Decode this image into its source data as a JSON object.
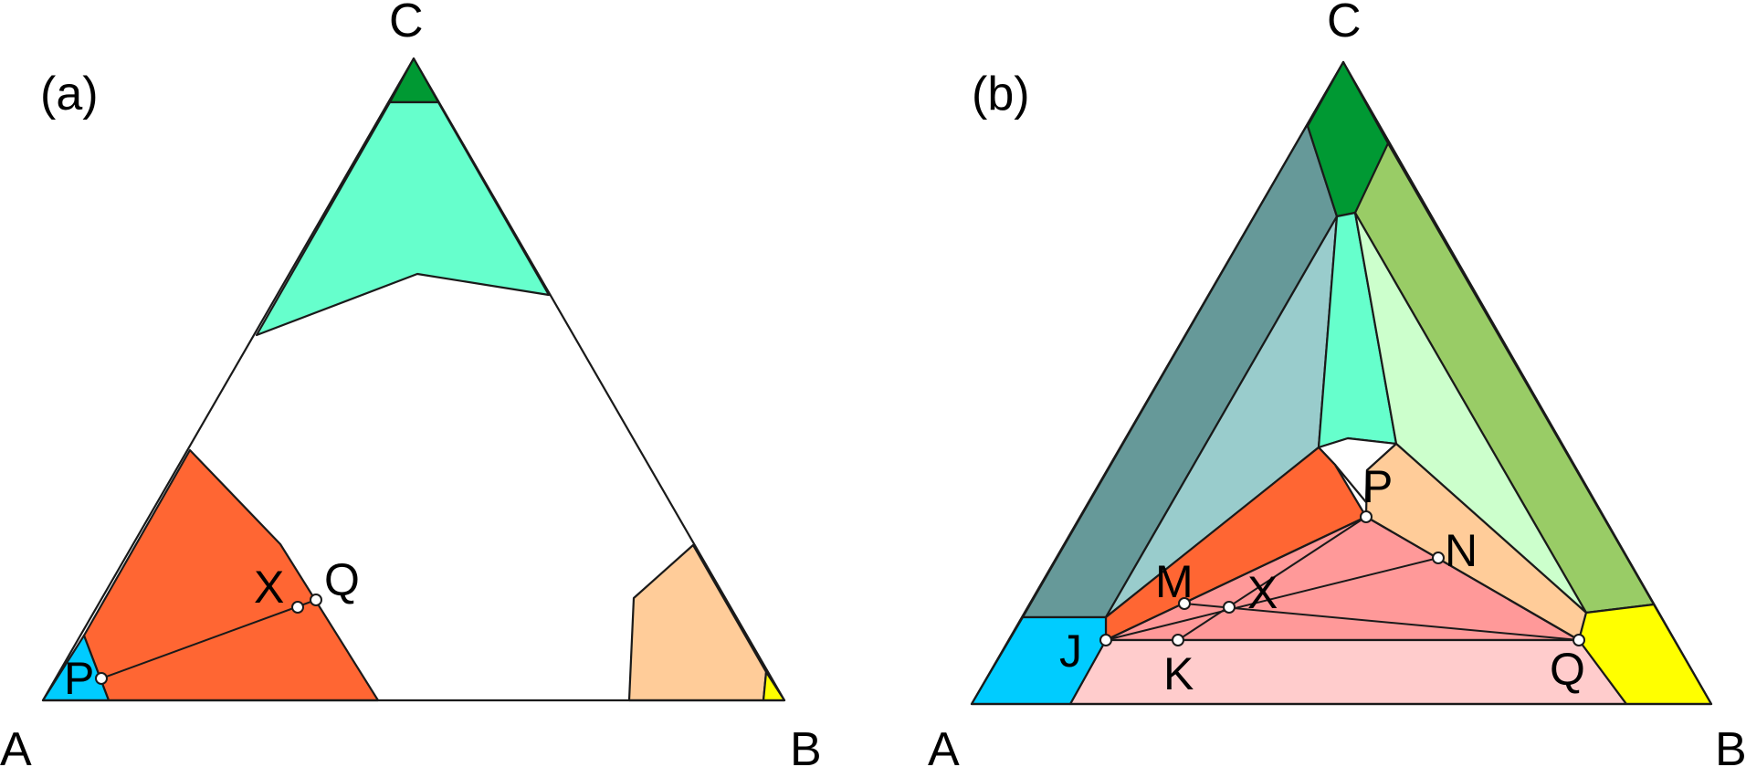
{
  "panel_a": {
    "label": "(a)",
    "vertices": {
      "a": "A",
      "b": "B",
      "c": "C"
    },
    "points": {
      "p": "P",
      "x": "X",
      "q": "Q"
    }
  },
  "panel_b": {
    "label": "(b)",
    "vertices": {
      "a": "A",
      "b": "B",
      "c": "C"
    },
    "points": {
      "p": "P",
      "n": "N",
      "m": "M",
      "x": "X",
      "j": "J",
      "k": "K",
      "q": "Q"
    }
  },
  "colors": {
    "dark_green": "#009933",
    "aquamarine": "#66ffcc",
    "orange_red": "#ff6633",
    "light_orange": "#ffcc99",
    "cyan": "#00ccff",
    "yellow": "#ffff00",
    "slate_teal": "#669999",
    "pale_teal": "#99cccc",
    "olive_green": "#99cc66",
    "mint": "#ccffcc",
    "salmon": "#ff9999",
    "pink": "#ffcccc",
    "outline": "#1a1a1a"
  }
}
